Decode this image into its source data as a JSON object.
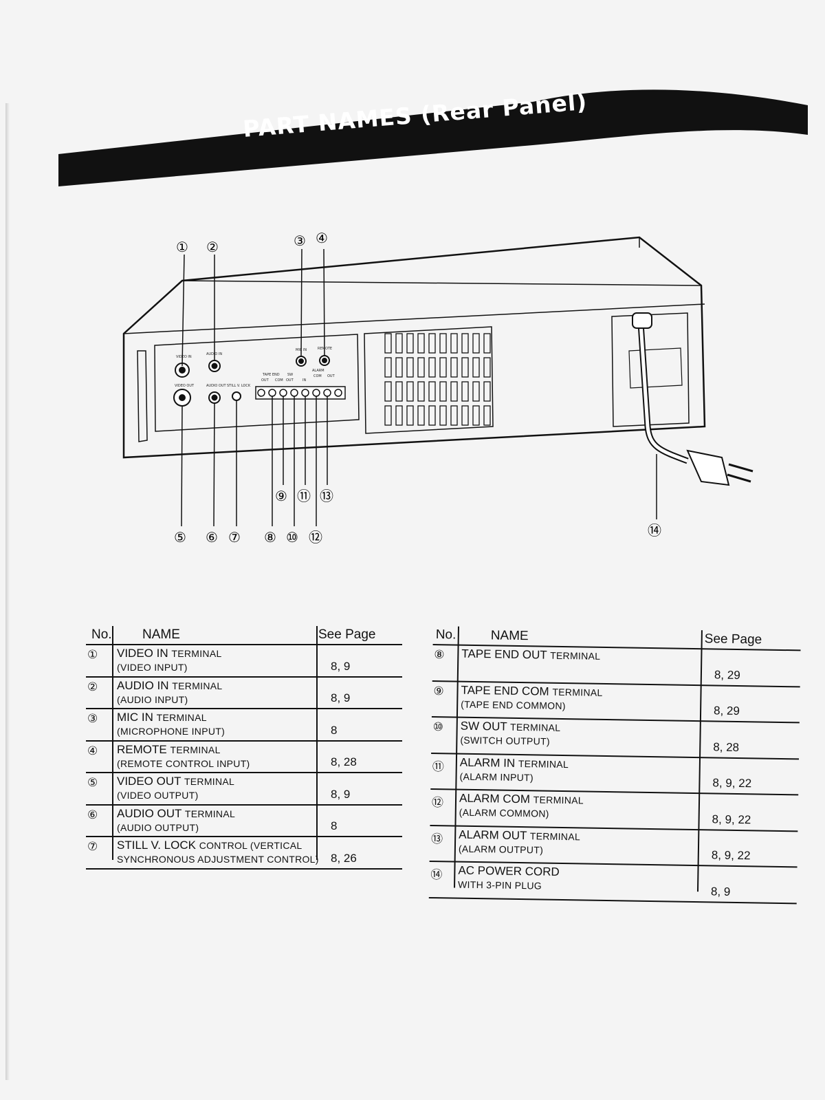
{
  "page": {
    "title": "PART NAMES (Rear Panel)"
  },
  "panel_labels": {
    "video_in": "VIDEO IN",
    "audio_in": "AUDIO IN",
    "video_out": "VIDEO OUT",
    "audio_out": "AUDIO OUT",
    "still_v_lock": "STILL V. LOCK",
    "mic_in": "MIC IN",
    "remote": "REMOTE",
    "tape_end": "TAPE END",
    "out": "OUT",
    "com": "COM",
    "sw": "SW",
    "sw_out": "OUT",
    "in": "IN",
    "alarm": "ALARM",
    "alarm_com": "COM",
    "alarm_out": "OUT"
  },
  "callouts": [
    "①",
    "②",
    "③",
    "④",
    "⑤",
    "⑥",
    "⑦",
    "⑧",
    "⑨",
    "⑩",
    "⑪",
    "⑫",
    "⑬",
    "⑭"
  ],
  "table_headers": {
    "no": "No.",
    "name": "NAME",
    "see_page": "See Page"
  },
  "left_table": [
    {
      "no": "①",
      "name": "VIDEO IN",
      "suffix": "TERMINAL",
      "sub": "(VIDEO INPUT)",
      "page": "8, 9"
    },
    {
      "no": "②",
      "name": "AUDIO IN",
      "suffix": "TERMINAL",
      "sub": "(AUDIO INPUT)",
      "page": "8, 9"
    },
    {
      "no": "③",
      "name": "MIC IN",
      "suffix": "TERMINAL",
      "sub": "(MICROPHONE INPUT)",
      "page": "8"
    },
    {
      "no": "④",
      "name": "REMOTE",
      "suffix": "TERMINAL",
      "sub": "(REMOTE CONTROL INPUT)",
      "page": "8, 28"
    },
    {
      "no": "⑤",
      "name": "VIDEO OUT",
      "suffix": "TERMINAL",
      "sub": "(VIDEO OUTPUT)",
      "page": "8, 9"
    },
    {
      "no": "⑥",
      "name": "AUDIO OUT",
      "suffix": "TERMINAL",
      "sub": "(AUDIO OUTPUT)",
      "page": "8"
    },
    {
      "no": "⑦",
      "name": "STILL V. LOCK",
      "suffix": "CONTROL (VERTICAL",
      "sub": "SYNCHRONOUS ADJUSTMENT CONTROL)",
      "page": "8, 26"
    }
  ],
  "right_table": [
    {
      "no": "⑧",
      "name": "TAPE END OUT",
      "suffix": "TERMINAL",
      "sub": "",
      "page": "8, 29"
    },
    {
      "no": "⑨",
      "name": "TAPE END COM",
      "suffix": "TERMINAL",
      "sub": "(TAPE END COMMON)",
      "page": "8, 29"
    },
    {
      "no": "⑩",
      "name": "SW OUT",
      "suffix": "TERMINAL",
      "sub": "(SWITCH OUTPUT)",
      "page": "8, 28"
    },
    {
      "no": "⑪",
      "name": "ALARM IN",
      "suffix": "TERMINAL",
      "sub": "(ALARM INPUT)",
      "page": "8, 9, 22"
    },
    {
      "no": "⑫",
      "name": "ALARM COM",
      "suffix": "TERMINAL",
      "sub": "(ALARM COMMON)",
      "page": "8, 9, 22"
    },
    {
      "no": "⑬",
      "name": "ALARM OUT",
      "suffix": "TERMINAL",
      "sub": "(ALARM OUTPUT)",
      "page": "8, 9, 22"
    },
    {
      "no": "⑭",
      "name": "AC POWER CORD",
      "suffix": "",
      "sub": "WITH 3-PIN PLUG",
      "page": "8, 9"
    }
  ]
}
